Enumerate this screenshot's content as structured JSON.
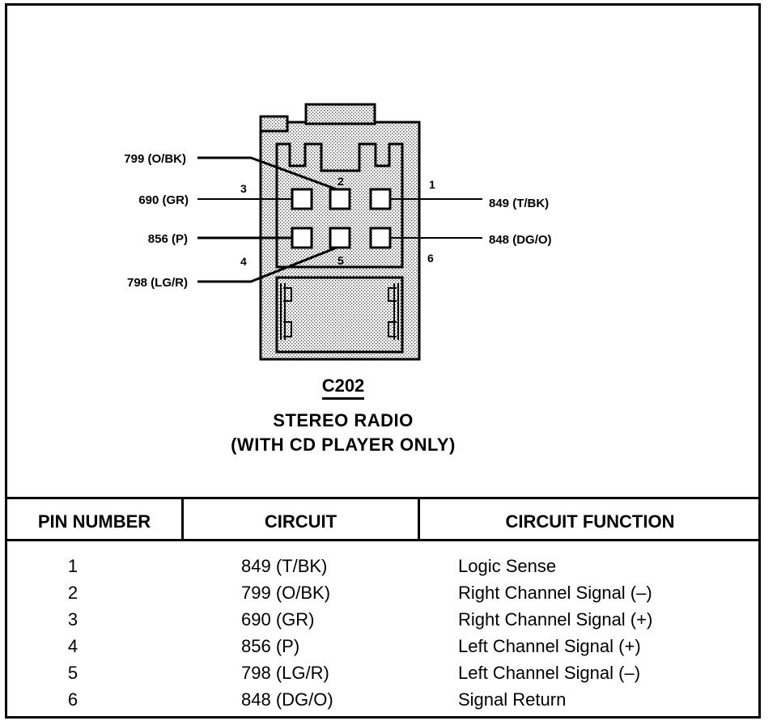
{
  "connector": {
    "id": "C202",
    "desc_line1": "STEREO RADIO",
    "desc_line2": "(WITH CD PLAYER ONLY)"
  },
  "diagram_labels": {
    "wire_799": "799 (O/BK)",
    "wire_690": "690 (GR)",
    "wire_856": "856 (P)",
    "wire_798": "798 (LG/R)",
    "wire_849": "849 (T/BK)",
    "wire_848": "848 (DG/O)",
    "pin_1": "1",
    "pin_2": "2",
    "pin_3": "3",
    "pin_4": "4",
    "pin_5": "5",
    "pin_6": "6"
  },
  "table": {
    "headers": [
      "PIN NUMBER",
      "CIRCUIT",
      "CIRCUIT FUNCTION"
    ],
    "rows": [
      {
        "pin": "1",
        "circuit": "849 (T/BK)",
        "function": "Logic Sense"
      },
      {
        "pin": "2",
        "circuit": "799 (O/BK)",
        "function": "Right Channel Signal (–)"
      },
      {
        "pin": "3",
        "circuit": "690 (GR)",
        "function": "Right Channel Signal (+)"
      },
      {
        "pin": "4",
        "circuit": "856 (P)",
        "function": "Left Channel Signal (+)"
      },
      {
        "pin": "5",
        "circuit": "798 (LG/R)",
        "function": "Left Channel Signal (–)"
      },
      {
        "pin": "6",
        "circuit": "848 (DG/O)",
        "function": "Signal Return"
      }
    ]
  }
}
